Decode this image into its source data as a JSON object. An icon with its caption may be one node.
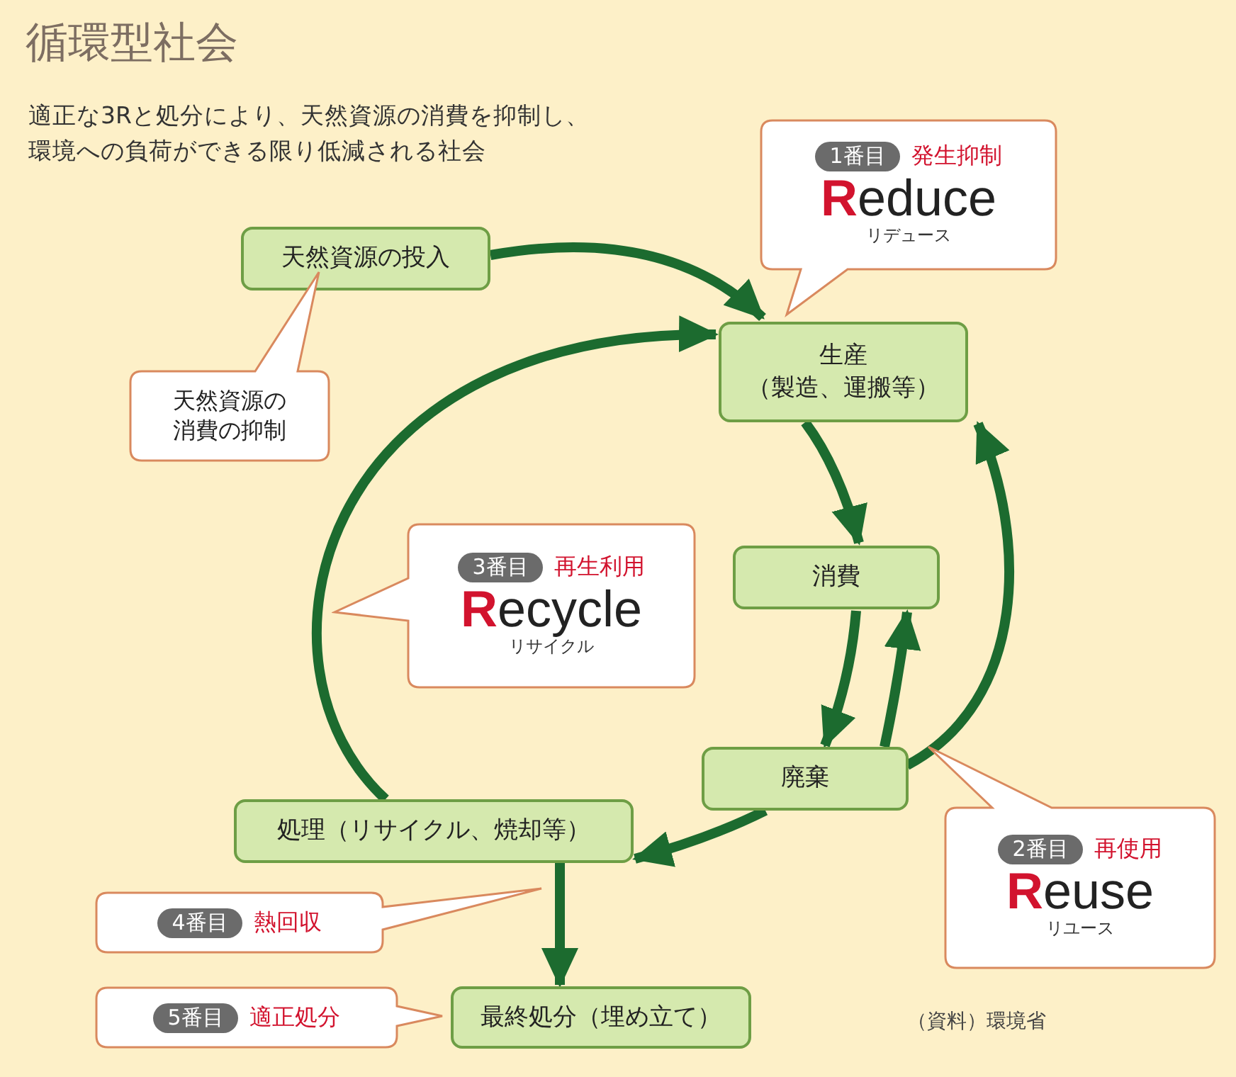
{
  "diagram": {
    "title": "循環型社会",
    "nodes": [
      {
        "text": [
          "天然資源の投入"
        ]
      },
      {
        "text": [
          "生産",
          "（製造、運搬等）"
        ]
      },
      {
        "text": [
          "消費"
        ]
      },
      {
        "text": [
          "廃棄"
        ]
      },
      {
        "text": [
          "処理（リサイクル、焼却等）"
        ]
      },
      {
        "text": [
          "最終処分（埋め立て）"
        ]
      },
      {
        "text": [
          "天然資源の消費の抑制"
        ]
      },
      {
        "text": [
          "1番目",
          "発生抑制",
          "**R**educe",
          "リデュース"
        ]
      },
      {
        "text": [
          "3番目",
          "再生利用",
          "**R**ecycle",
          "リサイクル"
        ]
      },
      {
        "text": [
          "2番目",
          "再使用",
          "**R**euse",
          "リユース"
        ]
      },
      {
        "text": [
          "4番目",
          "熱回収"
        ]
      },
      {
        "text": [
          "5番目",
          "適正処分"
        ]
      }
    ],
    "edges": [
      {
        "from": 0,
        "to": 1,
        "arrow": "to"
      },
      {
        "from": 4,
        "to": 1,
        "arrow": "to"
      },
      {
        "from": 1,
        "to": 2,
        "arrow": "to"
      },
      {
        "from": 2,
        "to": 3,
        "arrow": "to"
      },
      {
        "from": 3,
        "to": 2,
        "arrow": "to"
      },
      {
        "from": 3,
        "to": 1,
        "arrow": "to"
      },
      {
        "from": 3,
        "to": 4,
        "arrow": "to"
      },
      {
        "from": 4,
        "to": 5,
        "arrow": "to"
      }
    ],
    "labels": [
      "適正な3Rと処分により、天然資源の消費を抑制し、環境への負荷ができる限り低減される社会",
      "（資料）環境省"
    ]
  }
}
